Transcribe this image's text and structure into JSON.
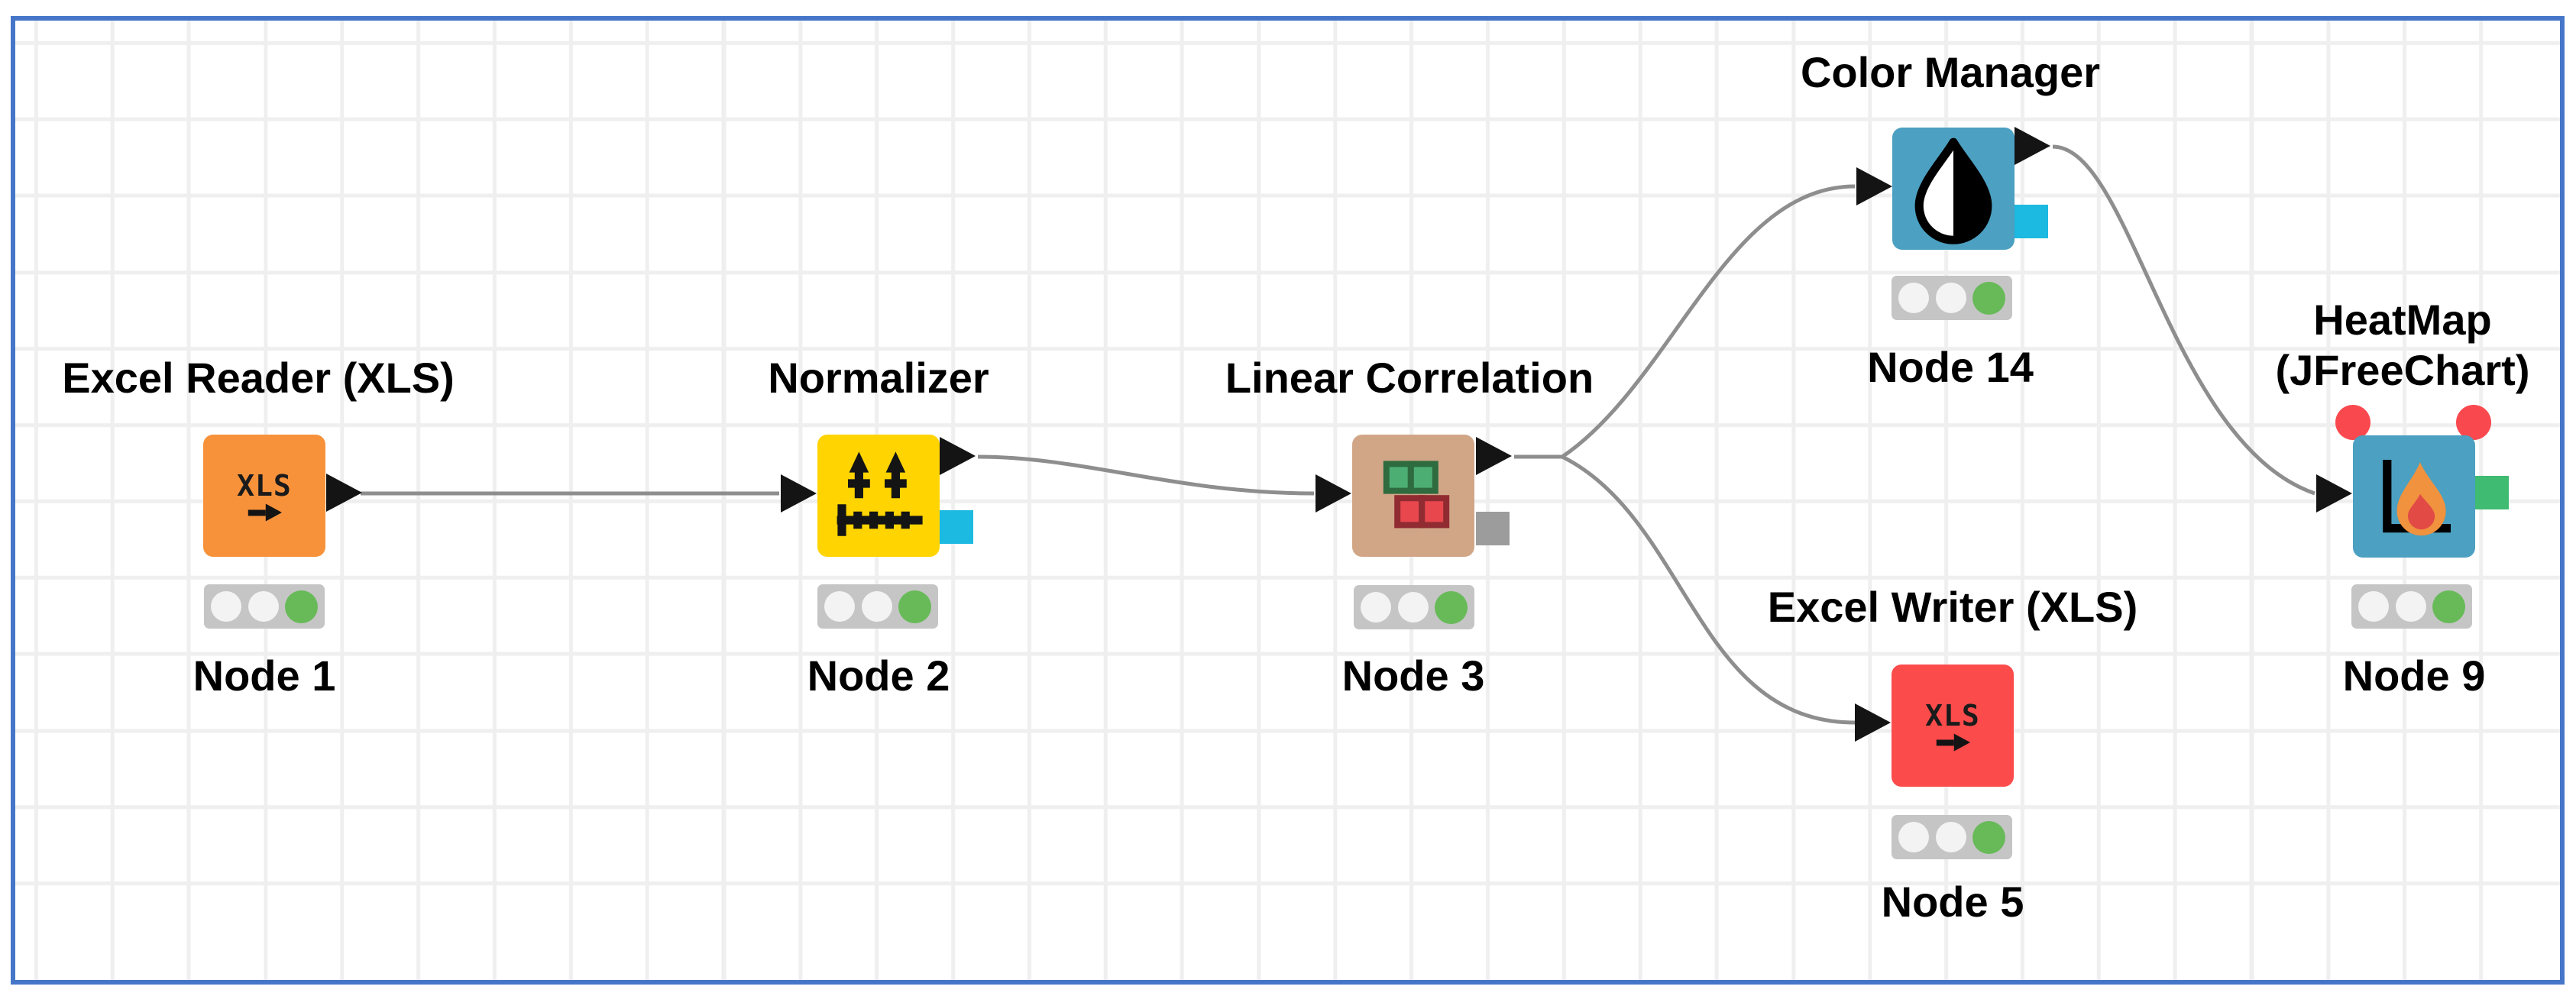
{
  "workflow": {
    "nodes": [
      {
        "name": "excel-reader",
        "title": "Excel Reader (XLS)",
        "label": "Node 1",
        "status_light": "green"
      },
      {
        "name": "normalizer",
        "title": "Normalizer",
        "label": "Node 2",
        "status_light": "green"
      },
      {
        "name": "linear-correlation",
        "title": "Linear Correlation",
        "label": "Node 3",
        "status_light": "green"
      },
      {
        "name": "color-manager",
        "title": "Color Manager",
        "label": "Node 14",
        "status_light": "green"
      },
      {
        "name": "excel-writer",
        "title": "Excel Writer (XLS)",
        "label": "Node 5",
        "status_light": "green"
      },
      {
        "name": "heatmap",
        "title": "HeatMap (JFreeChart)",
        "label": "Node 9",
        "status_light": "green"
      }
    ],
    "icon_text": {
      "xls": "XLS"
    },
    "colors": {
      "canvas_border": "#4676C8",
      "grid_line": "#EFEFEF",
      "wire": "#8E8E8E",
      "node_excel_reader": "#F7923B",
      "node_normalizer": "#FFD400",
      "node_linear_correlation": "#D1A687",
      "node_color_manager": "#4CA0C1",
      "node_excel_writer": "#FB4B4B",
      "node_heatmap": "#4CA0C1",
      "port_data_triangle": "#141414",
      "port_model_cyan": "#1CB9E1",
      "port_model_grey": "#9C9C9C",
      "port_image_green": "#3FBB72",
      "flow_variable_red": "#F9494E",
      "status_on_green": "#68BA59"
    }
  }
}
